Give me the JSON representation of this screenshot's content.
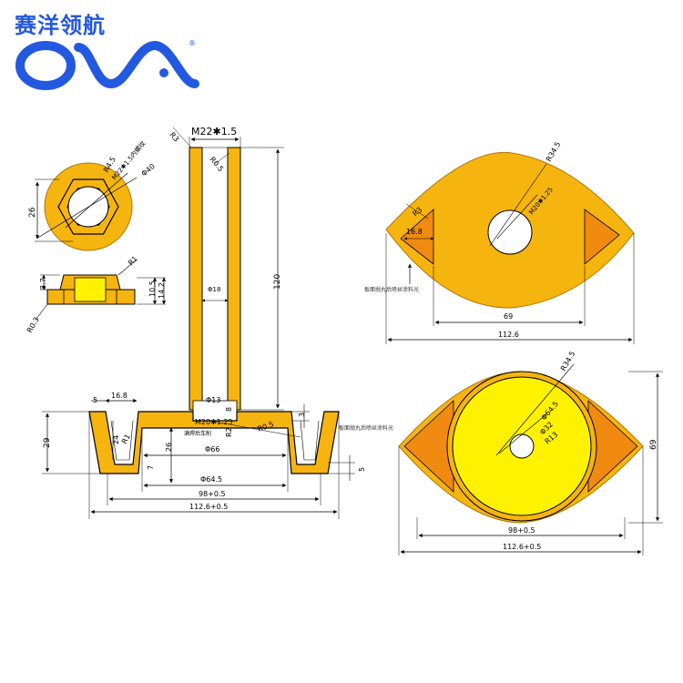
{
  "brand": {
    "name": "赛洋领航",
    "logo_letters": "OVA",
    "registered_mark": "®",
    "color": "#2358e0"
  },
  "colors": {
    "part_fill": "#f6b40e",
    "part_stroke": "#b07800",
    "inner_fill": "#fff200",
    "triangle_fill": "#f08a10"
  },
  "front_view": {
    "thread_label": "M22✱1.5",
    "r3": "R3",
    "r05": "R0.5",
    "phi18": "Φ18",
    "height_120": "120",
    "phi13": "Φ13",
    "dim_8": "8",
    "m20_label": "M20✱1.25",
    "r2": "R2",
    "r05b": "R0.5",
    "weld_note": "满焊后车削",
    "dim_5": "5",
    "dim_168": "16.8",
    "dim_29": "29",
    "dim_24": "24",
    "r1": "R1",
    "dim_26": "26",
    "phi66": "Φ66",
    "dim_3": "3",
    "dim_7": "7",
    "phi645": "Φ64.5",
    "dim_5b": "5",
    "dim_98": "98+0.5",
    "dim_1126": "112.6+0.5"
  },
  "nut_view": {
    "dim_26": "26",
    "r45": "R4.5",
    "thread": "M22✱1.5内螺纹",
    "phi40": "Φ40",
    "dim_37": "3.7",
    "r1": "R1",
    "dim_105": "10.5",
    "dim_142": "14.2",
    "r03": "R0.3"
  },
  "top_view": {
    "r345": "R34.5",
    "m20": "M20✱1.25",
    "r3": "R3",
    "dim_168": "16.8",
    "note": "板面抛丸后喷丝涂料光",
    "dim_69": "69",
    "dim_1126": "112.6"
  },
  "bottom_view": {
    "r345": "R34.5",
    "phi645": "Φ64.5",
    "phi32": "Φ32",
    "r13": "R13",
    "note": "板面抛丸后喷丝涂料光",
    "dim_69": "69",
    "dim_98": "98+0.5",
    "dim_1126": "112.6+0.5"
  }
}
